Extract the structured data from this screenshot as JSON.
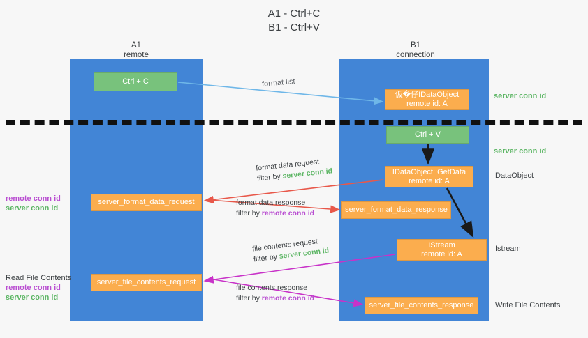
{
  "title": {
    "line1": "A1 - Ctrl+C",
    "line2": "B1 - Ctrl+V"
  },
  "columns": [
    {
      "name": "A1",
      "sub": "remote"
    },
    {
      "name": "B1",
      "sub": "connection"
    }
  ],
  "boxes": {
    "ctrl_c": {
      "label": "Ctrl + C",
      "color": "#78c27c"
    },
    "ctrl_v": {
      "label": "Ctrl + V",
      "color": "#78c27c"
    },
    "dataobject_remote": {
      "line1": "仮�仔IDataObject",
      "line2": "remote id: A",
      "color": "#fbad4e"
    },
    "getdata": {
      "line1": "IDataObject::GetData",
      "line2": "remote id: A",
      "color": "#fbad4e"
    },
    "istream": {
      "line1": "IStream",
      "line2": "remote id: A",
      "color": "#fbad4e"
    },
    "format_data_request": {
      "label": "server_format_data_request",
      "color": "#fbad4e"
    },
    "format_data_response": {
      "label": "server_format_data_response",
      "color": "#fbad4e"
    },
    "file_contents_request": {
      "label": "server_file_contents_request",
      "color": "#fbad4e"
    },
    "file_contents_response": {
      "label": "server_file_contents_response",
      "color": "#fbad4e"
    }
  },
  "arrow_labels": {
    "format_list": "format list",
    "format_data_request": {
      "line1": "format data request",
      "prefix": "filter by ",
      "token": "server conn id"
    },
    "format_data_response": {
      "line1": "format data response",
      "prefix": "filter by ",
      "token": "remote conn id"
    },
    "file_contents_request": {
      "line1": "file contents request",
      "prefix": "filter by ",
      "token": "server conn id"
    },
    "file_contents_response": {
      "line1": "file contents response",
      "prefix": "filter by ",
      "token": "remote conn id"
    }
  },
  "side_labels": {
    "right_server_conn_id_top": "server conn id",
    "right_server_conn_id_mid": "server conn id",
    "dataobject": "DataObject",
    "istream": "Istream",
    "write_file_contents": "Write File Contents",
    "read_file_contents": "Read File Contents",
    "left_remote_conn_id_1": "remote conn id",
    "left_server_conn_id_1": "server conn id",
    "left_remote_conn_id_2": "remote conn id",
    "left_server_conn_id_2": "server conn id"
  },
  "colors": {
    "band": "#4285d6",
    "green_box": "#78c27c",
    "orange_box": "#fbad4e",
    "green_text": "#5bb563",
    "magenta_text": "#b94ed1",
    "arrow_blue": "#6fb7e8",
    "arrow_red": "#e8584a",
    "arrow_magenta": "#c832c8",
    "arrow_black": "#1a1a1a",
    "background": "#f7f7f7"
  }
}
